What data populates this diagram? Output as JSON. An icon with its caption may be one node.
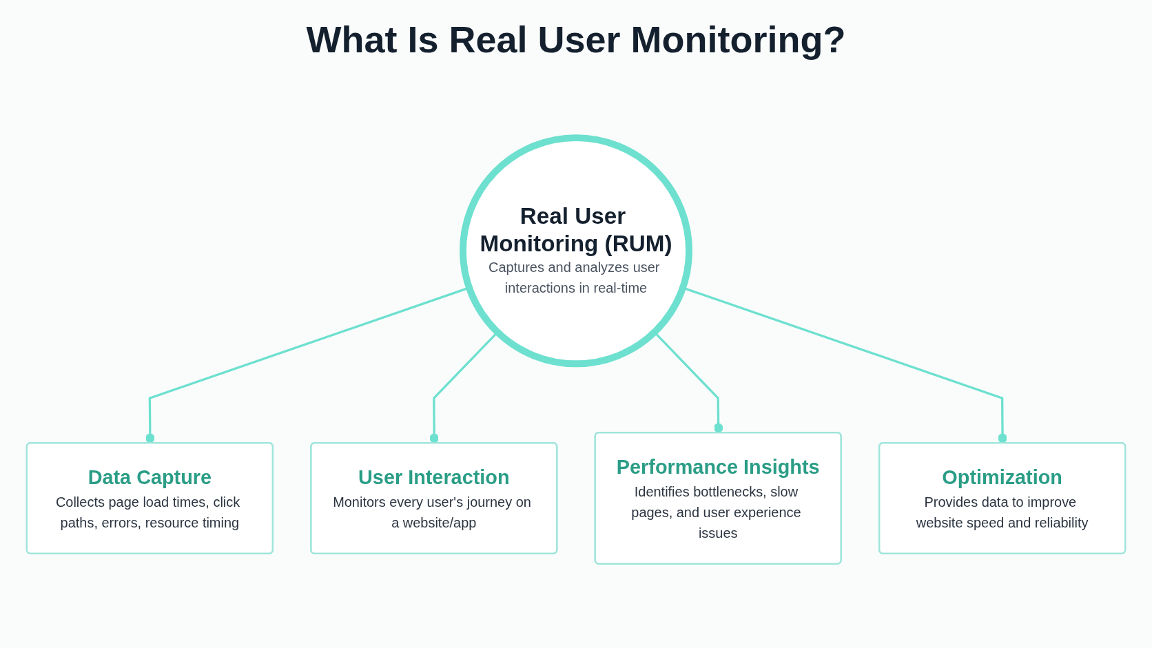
{
  "diagram": {
    "title": "What Is Real User Monitoring?",
    "nodes": [
      {
        "text": [
          "Data Capture",
          "Collects page load times, click paths, errors, resource timing"
        ]
      },
      {
        "text": [
          "Real User Monitoring (RUM)",
          "Captures and analyzes user interactions in real-time"
        ]
      },
      {
        "text": [
          "User Interaction",
          "Monitors every user's journey on a website/app"
        ]
      },
      {
        "text": [
          "Performance Insights",
          "Identifies bottlenecks, slow pages, and user experience issues"
        ]
      },
      {
        "text": [
          "Optimization",
          "Provides data to improve website speed and reliability"
        ]
      }
    ],
    "edges": [
      {
        "from": 1,
        "to": 0,
        "arrow": "other"
      },
      {
        "from": 1,
        "to": 2,
        "arrow": "other"
      },
      {
        "from": 1,
        "to": 3,
        "arrow": "other"
      },
      {
        "from": 1,
        "to": 4,
        "arrow": "other"
      }
    ]
  }
}
